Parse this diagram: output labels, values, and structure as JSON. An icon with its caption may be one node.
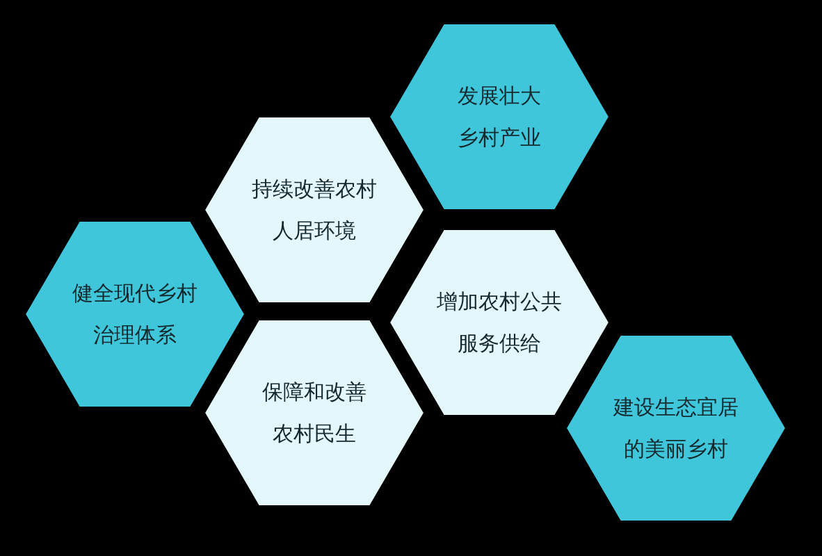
{
  "diagram": {
    "nodes": [
      {
        "text": [
          "发展壮大乡村产业"
        ]
      },
      {
        "text": [
          "持续改善农村人居环境"
        ]
      },
      {
        "text": [
          "健全现代乡村治理体系"
        ]
      },
      {
        "text": [
          "增加农村公共服务供给"
        ]
      },
      {
        "text": [
          "保障和改善农村民生"
        ]
      },
      {
        "text": [
          "建设生态宜居的美丽乡村"
        ]
      }
    ]
  }
}
